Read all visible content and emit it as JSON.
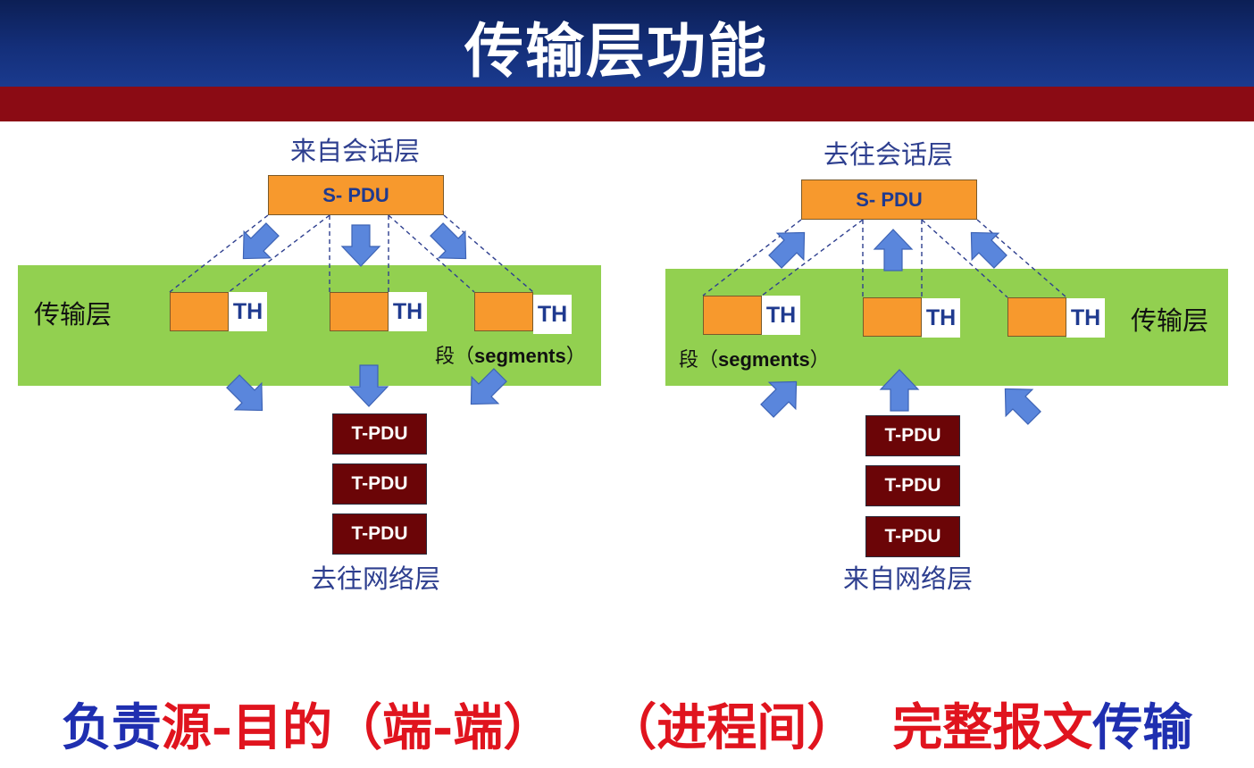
{
  "title": "传输层功能",
  "left": {
    "top_caption": "来自会话层",
    "spdu": "S- PDU",
    "layer_label": "传输层",
    "th": [
      "TH",
      "TH",
      "TH"
    ],
    "segments_note": {
      "prefix": "段（",
      "word": "segments",
      "suffix": "）"
    },
    "tpdu": [
      "T-PDU",
      "T-PDU",
      "T-PDU"
    ],
    "bottom_caption": "去往网络层"
  },
  "right": {
    "top_caption": "去往会话层",
    "spdu": "S- PDU",
    "layer_label": "传输层",
    "th": [
      "TH",
      "TH",
      "TH"
    ],
    "segments_note": {
      "prefix": "段（",
      "word": "segments",
      "suffix": "）"
    },
    "tpdu": [
      "T-PDU",
      "T-PDU",
      "T-PDU"
    ],
    "bottom_caption": "来自网络层"
  },
  "footer": {
    "part1": "负责",
    "part2": "源-目的（端-端）",
    "part3": "（进程间）",
    "part4": "完整报文",
    "part5": "传输"
  },
  "colors": {
    "header_blue": "#142f7a",
    "header_red": "#8b0b14",
    "band_green": "#92d050",
    "segment_orange": "#f7992d",
    "tpdu_maroon": "#6b0507",
    "arrow_blue": "#5a86dc",
    "text_blue": "#1f3a8f",
    "footer_blue": "#1f2fb0",
    "footer_red": "#e0141e"
  }
}
